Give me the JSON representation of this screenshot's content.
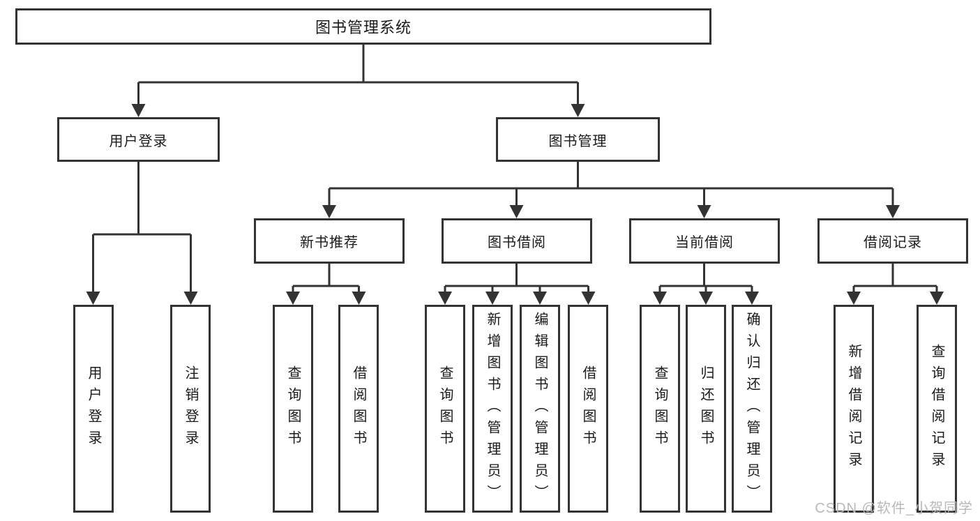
{
  "tree": {
    "root": {
      "label": "图书管理系统",
      "children": [
        {
          "label": "用户登录",
          "children": [
            {
              "label": "用户登录"
            },
            {
              "label": "注销登录"
            }
          ]
        },
        {
          "label": "图书管理",
          "children": [
            {
              "label": "新书推荐",
              "children": [
                {
                  "label": "查询图书"
                },
                {
                  "label": "借阅图书"
                }
              ]
            },
            {
              "label": "图书借阅",
              "children": [
                {
                  "label": "查询图书"
                },
                {
                  "label": "新增图书（管理员）"
                },
                {
                  "label": "编辑图书（管理员）"
                },
                {
                  "label": "借阅图书"
                }
              ]
            },
            {
              "label": "当前借阅",
              "children": [
                {
                  "label": "查询图书"
                },
                {
                  "label": "归还图书"
                },
                {
                  "label": "确认归还（管理员）"
                }
              ]
            },
            {
              "label": "借阅记录",
              "children": [
                {
                  "label": "新增借阅记录"
                },
                {
                  "label": "查询借阅记录"
                }
              ]
            }
          ]
        }
      ]
    }
  },
  "watermark": {
    "text": "CSDN @软件_小贺同学"
  },
  "colors": {
    "line": "#333333",
    "box_border": "#333333",
    "text": "#1a1a1a",
    "watermark": "#b9b9b9",
    "background": "#ffffff"
  }
}
